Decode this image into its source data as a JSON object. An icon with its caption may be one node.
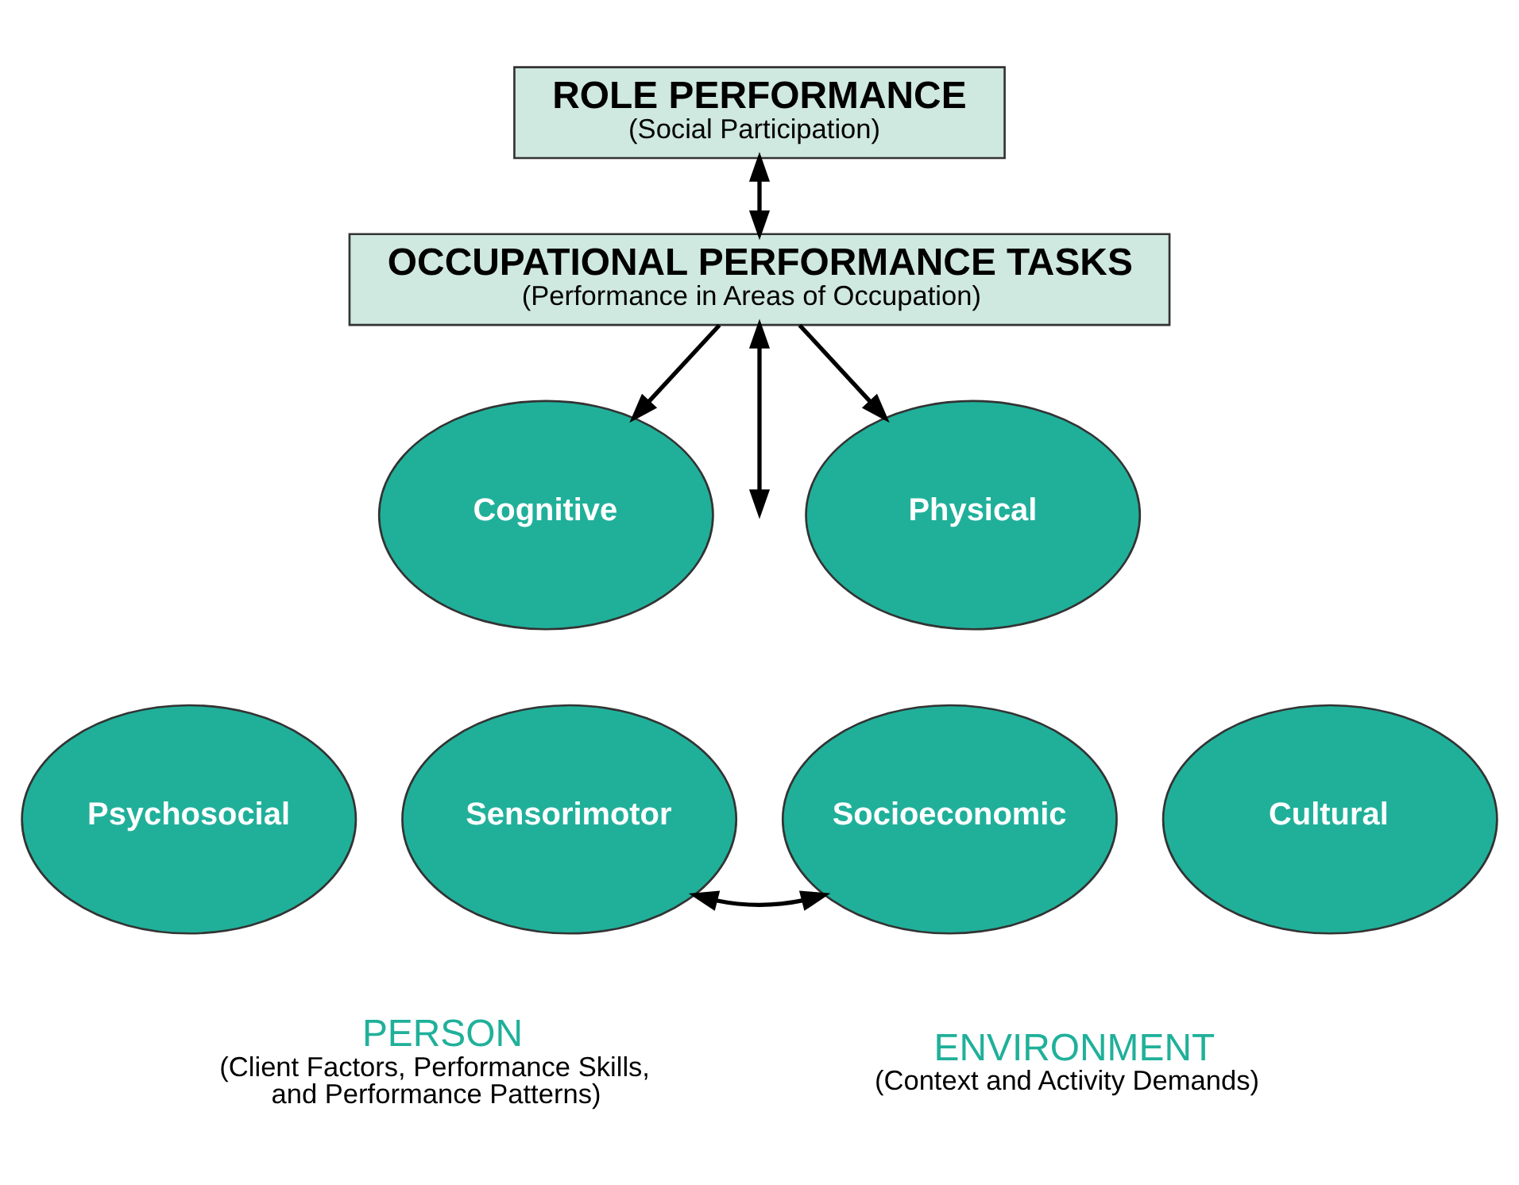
{
  "diagram": {
    "nodes": [
      {
        "text": [
          "ROLE PERFORMANCE",
          "(Social Participation)"
        ]
      },
      {
        "text": [
          "OCCUPATIONAL PERFORMANCE TASKS",
          "(Performance in Areas of Occupation)"
        ]
      },
      {
        "text": [
          "Cognitive"
        ]
      },
      {
        "text": [
          "Psychosocial"
        ]
      },
      {
        "text": [
          "Sensorimotor"
        ]
      },
      {
        "text": [
          "Physical"
        ]
      },
      {
        "text": [
          "Socioeconomic"
        ]
      },
      {
        "text": [
          "Cultural"
        ]
      }
    ],
    "edges": [
      {
        "from": 0,
        "to": 1,
        "arrow": "both"
      },
      {
        "from": 1,
        "to": 2,
        "arrow": "to"
      },
      {
        "from": 1,
        "to": 5,
        "arrow": "to"
      },
      {
        "from": 1,
        "to": null,
        "arrow": "both"
      },
      {
        "from": 4,
        "to": 6,
        "arrow": "both"
      }
    ],
    "labels": [
      "PERSON",
      "(Client Factors, Performance Skills, and Performance Patterns)",
      "ENVIRONMENT",
      "(Context and Activity Demands)"
    ]
  }
}
